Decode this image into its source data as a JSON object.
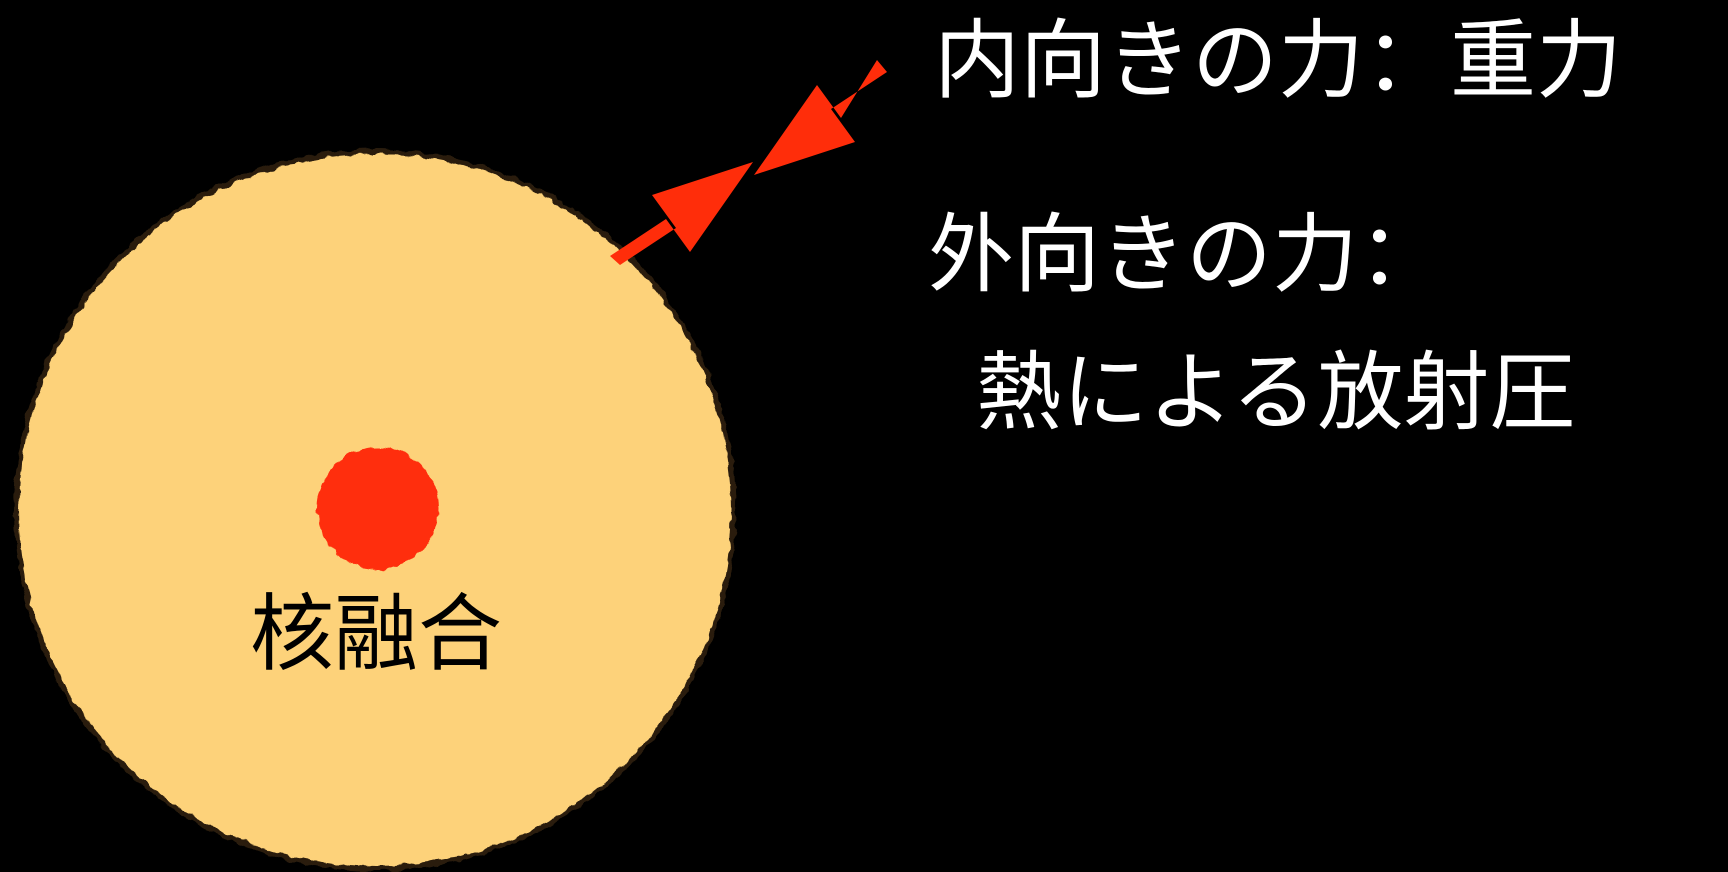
{
  "colors": {
    "background": "#000000",
    "star_fill": "#fdd27a",
    "star_edge": "#2b1f10",
    "core_fill": "#ff2d0a",
    "arrow_fill": "#ff2d0a",
    "text_light": "#ffffff",
    "text_dark": "#000000"
  },
  "labels": {
    "inward_force": "内向きの力：重力",
    "outward_force": "外向きの力：",
    "outward_force_detail": "熱による放射圧",
    "core": "核融合"
  }
}
